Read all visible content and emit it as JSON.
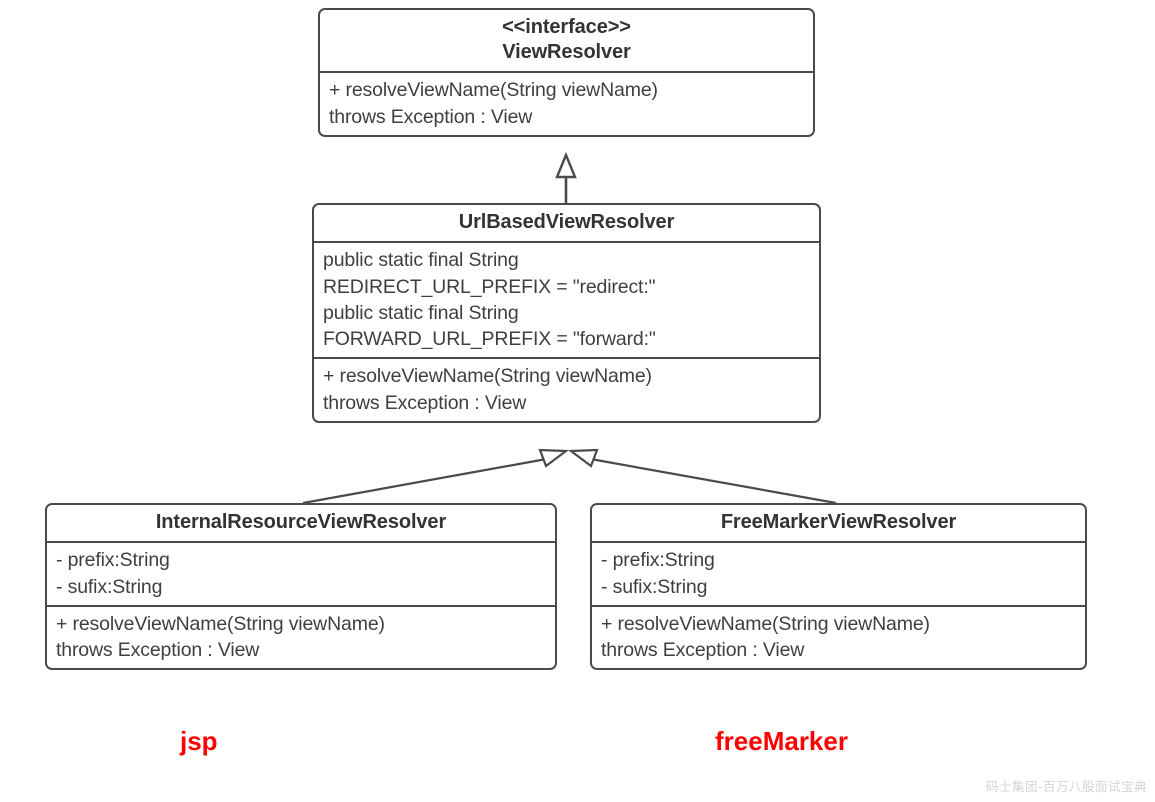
{
  "diagram": {
    "title": "ViewResolver UML class hierarchy",
    "line_color": "#4a4a4a",
    "text_color": "#3f3f3f",
    "accent_color": "#ff0000",
    "background": "#ffffff"
  },
  "classes": {
    "viewresolver": {
      "stereotype": "<<interface>>",
      "name": "ViewResolver",
      "attributes": [],
      "methods": [
        "+ resolveViewName(String viewName)",
        "throws Exception : View"
      ]
    },
    "urlbased": {
      "stereotype": "",
      "name": "UrlBasedViewResolver",
      "attributes": [
        "public static final String",
        "REDIRECT_URL_PREFIX = \"redirect:\"",
        "public static final String",
        "FORWARD_URL_PREFIX = \"forward:\""
      ],
      "methods": [
        "+ resolveViewName(String viewName)",
        "throws Exception : View"
      ]
    },
    "internal": {
      "stereotype": "",
      "name": "InternalResourceViewResolver",
      "attributes": [
        "- prefix:String",
        "- sufix:String"
      ],
      "methods": [
        "+ resolveViewName(String viewName)",
        "throws Exception : View"
      ]
    },
    "freemarker": {
      "stereotype": "",
      "name": "FreeMarkerViewResolver",
      "attributes": [
        "- prefix:String",
        "- sufix:String"
      ],
      "methods": [
        "+ resolveViewName(String viewName)",
        "throws Exception : View"
      ]
    }
  },
  "labels": {
    "jsp": "jsp",
    "freemarker": "freeMarker"
  },
  "relations": [
    {
      "from": "urlbased",
      "to": "viewresolver",
      "type": "generalization",
      "arrow": "hollow-triangle"
    },
    {
      "from": "internal",
      "to": "urlbased",
      "type": "generalization",
      "arrow": "hollow-triangle"
    },
    {
      "from": "freemarker",
      "to": "urlbased",
      "type": "generalization",
      "arrow": "hollow-triangle"
    }
  ],
  "watermark": "码士集团-百万八股面试宝典"
}
